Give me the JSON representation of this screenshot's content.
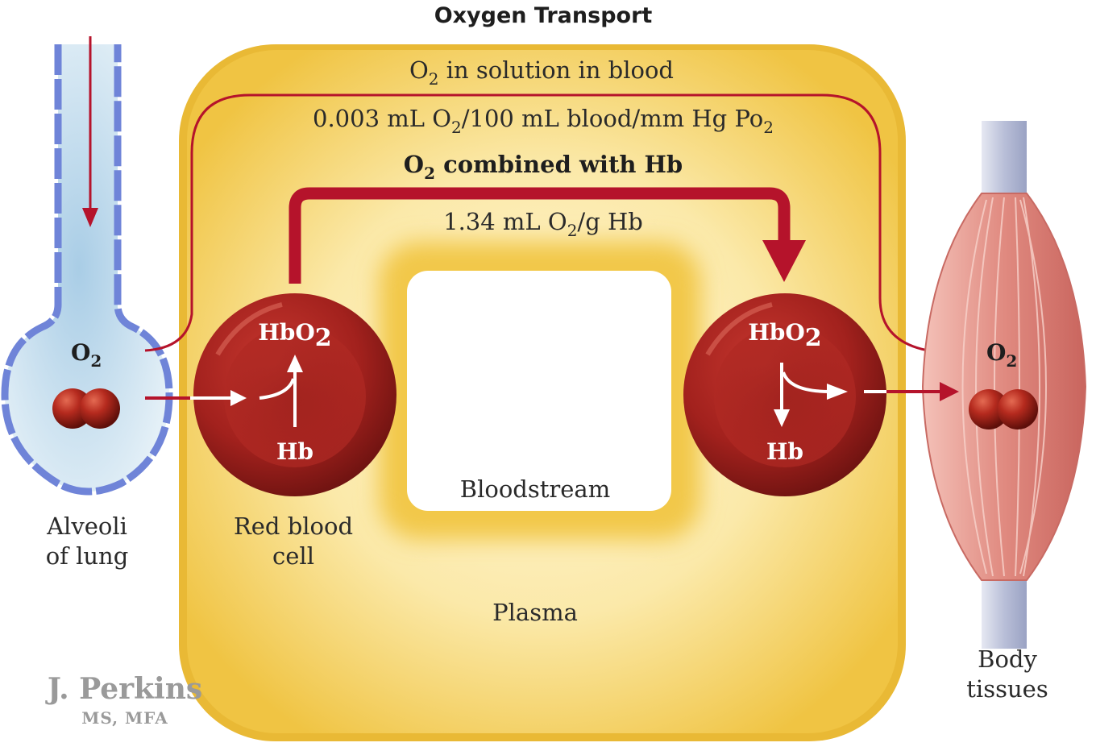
{
  "title": "Oxygen Transport",
  "solution_pathway": {
    "label_main": "O",
    "label_sub": "2",
    "label_rest": " in solution in blood",
    "rate_prefix": "0.003 mL O",
    "rate_sub": "2",
    "rate_mid": "/100 mL blood/mm Hg Po",
    "rate_sub2": "2"
  },
  "hb_pathway": {
    "label_main": "O",
    "label_sub": "2",
    "label_rest": " combined with Hb",
    "rate_prefix": "1.34 mL O",
    "rate_sub": "2",
    "rate_rest": "/g Hb"
  },
  "alveoli": {
    "o2_main": "O",
    "o2_sub": "2",
    "label_line1": "Alveoli",
    "label_line2": "of lung"
  },
  "rbc_left": {
    "top_main": "HbO",
    "top_sub": "2",
    "bottom": "Hb",
    "label_line1": "Red blood",
    "label_line2": "cell"
  },
  "rbc_right": {
    "top_main": "HbO",
    "top_sub": "2",
    "bottom": "Hb"
  },
  "bloodstream_label": "Bloodstream",
  "plasma_label": "Plasma",
  "tissue": {
    "o2_main": "O",
    "o2_sub": "2",
    "label_line1": "Body",
    "label_line2": "tissues"
  },
  "signature": {
    "name": "J. Perkins",
    "credentials": "MS, MFA"
  },
  "colors": {
    "plasma_outer": "#f2c84b",
    "plasma_inner": "#fbeec0",
    "arrow_red": "#b5132b",
    "cell_red": "#a3201e",
    "alveolus_blue": "#6f84d8",
    "alveolus_fill": "#d4e7f2",
    "muscle": "#e48e86"
  }
}
